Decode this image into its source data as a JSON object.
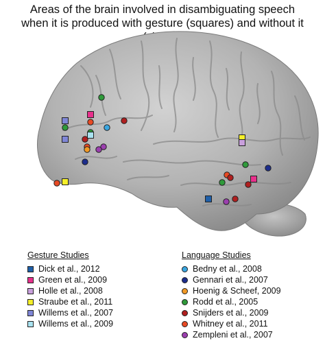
{
  "title_line1": "Areas of the brain involved in disambiguating speech",
  "title_line2": "when it is produced with gesture (squares) and without it (circles)",
  "legend": {
    "gesture_heading": "Gesture Studies",
    "language_heading": "Language Studies",
    "gesture_studies": [
      {
        "label": "Dick et al., 2012",
        "color": "#1f5fa8"
      },
      {
        "label": "Green et al., 2009",
        "color": "#e8308c"
      },
      {
        "label": "Holle et al., 2008",
        "color": "#c9a0dc"
      },
      {
        "label": "Straube et al., 2011",
        "color": "#f5ef2a"
      },
      {
        "label": "Willems et al., 2007",
        "color": "#7f86d6"
      },
      {
        "label": "Willems et al., 2009",
        "color": "#a9e2f0"
      }
    ],
    "language_studies": [
      {
        "label": "Bedny et al., 2008",
        "color": "#3aa6e0"
      },
      {
        "label": "Gennari et al., 2007",
        "color": "#1c2d8c"
      },
      {
        "label": "Hoenig & Scheef,  2009",
        "color": "#f29a26"
      },
      {
        "label": "Rodd et al., 2005",
        "color": "#2f9a3a"
      },
      {
        "label": "Snijders et al., 2009",
        "color": "#b01f1f"
      },
      {
        "label": "Whitney et al., 2011",
        "color": "#e84a24"
      },
      {
        "label": "Zempleni et al., 2007",
        "color": "#9b3fae"
      }
    ]
  },
  "markers": [
    {
      "shape": "square",
      "study": "Willems et al., 2007"
    },
    {
      "shape": "square",
      "study": "Green et al., 2009"
    },
    {
      "shape": "circle",
      "study": "Rodd et al., 2005"
    },
    {
      "shape": "circle",
      "study": "Whitney et al., 2011"
    },
    {
      "shape": "circle",
      "study": "Snijders et al., 2009"
    },
    {
      "shape": "circle",
      "study": "Rodd et al., 2005"
    },
    {
      "shape": "circle",
      "study": "Rodd et al., 2005"
    },
    {
      "shape": "circle",
      "study": "Bedny et al., 2008"
    },
    {
      "shape": "square",
      "study": "Willems et al., 2007"
    },
    {
      "shape": "circle",
      "study": "Snijders et al., 2009"
    },
    {
      "shape": "circle",
      "study": "Whitney et al., 2011"
    },
    {
      "shape": "square",
      "study": "Willems et al., 2009"
    },
    {
      "shape": "circle",
      "study": "Hoenig & Scheef,  2009"
    },
    {
      "shape": "circle",
      "study": "Zempleni et al., 2007"
    },
    {
      "shape": "circle",
      "study": "Zempleni et al., 2007"
    },
    {
      "shape": "circle",
      "study": "Gennari et al., 2007"
    },
    {
      "shape": "circle",
      "study": "Whitney et al., 2011"
    },
    {
      "shape": "square",
      "study": "Straube et al., 2011"
    },
    {
      "shape": "square",
      "study": "Straube et al., 2011"
    },
    {
      "shape": "square",
      "study": "Holle et al., 2008"
    },
    {
      "shape": "circle",
      "study": "Rodd et al., 2005"
    },
    {
      "shape": "circle",
      "study": "Gennari et al., 2007"
    },
    {
      "shape": "circle",
      "study": "Whitney et al., 2011"
    },
    {
      "shape": "circle",
      "study": "Snijders et al., 2009"
    },
    {
      "shape": "circle",
      "study": "Rodd et al., 2005"
    },
    {
      "shape": "square",
      "study": "Green et al., 2009"
    },
    {
      "shape": "circle",
      "study": "Snijders et al., 2009"
    },
    {
      "shape": "square",
      "study": "Dick et al., 2012"
    },
    {
      "shape": "circle",
      "study": "Snijders et al., 2009"
    },
    {
      "shape": "circle",
      "study": "Zempleni et al., 2007"
    }
  ]
}
